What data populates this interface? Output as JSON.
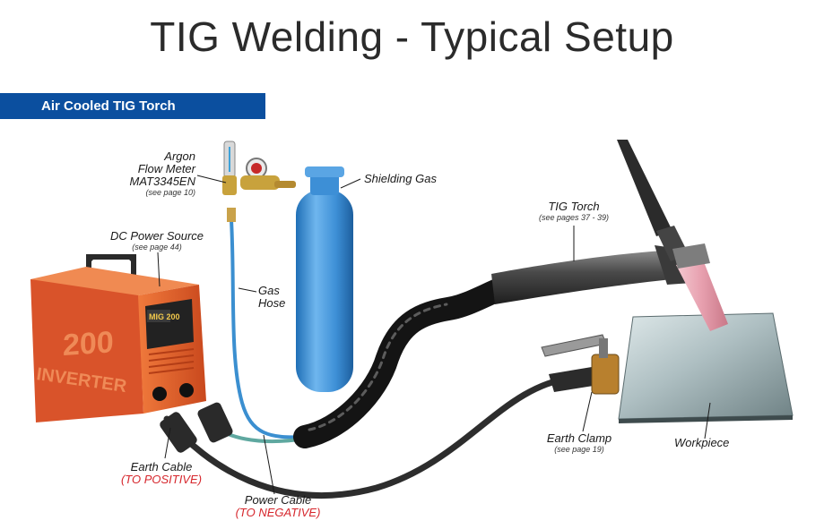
{
  "title": "TIG Welding - Typical Setup",
  "section": "Air Cooled TIG Torch",
  "labels": {
    "flow_meter": {
      "line1": "Argon",
      "line2": "Flow Meter",
      "line3": "MAT3345EN",
      "sub": "(see page 10)"
    },
    "shielding_gas": "Shielding Gas",
    "tig_torch": {
      "name": "TIG Torch",
      "sub": "(see pages 37 - 39)"
    },
    "power_source": {
      "name": "DC Power Source",
      "sub": "(see page 44)"
    },
    "gas_hose": {
      "line1": "Gas",
      "line2": "Hose"
    },
    "earth_clamp": {
      "name": "Earth Clamp",
      "sub": "(see page 19)"
    },
    "workpiece": "Workpiece",
    "earth_cable": {
      "name": "Earth Cable",
      "polarity": "(TO POSITIVE)"
    },
    "power_cable": {
      "name": "Power Cable",
      "polarity": "(TO NEGATIVE)"
    }
  },
  "machine_text": {
    "model": "200",
    "panel_model": "MIG 200",
    "brand": "INVERTER"
  },
  "colors": {
    "banner": "#0b4f9f",
    "polarity_text": "#d6262c",
    "machine_body": "#e2592a",
    "cylinder": "#3d8fd6",
    "hose": "#3b8fd0"
  }
}
